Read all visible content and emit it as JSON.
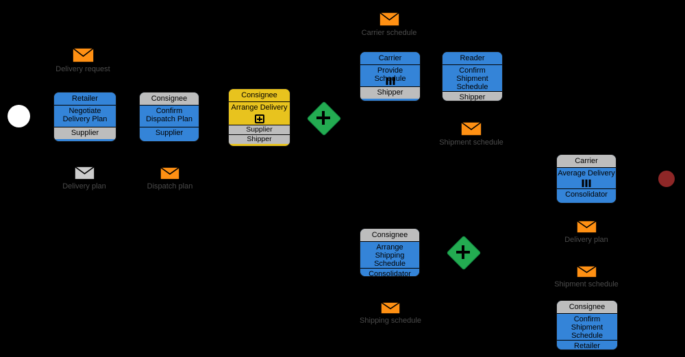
{
  "diagram": {
    "type": "bpmn-choreography",
    "colors": {
      "background": "#000000",
      "task_blue": "#3484d8",
      "task_yellow": "#e8c31e",
      "band_gray": "#bdbdbd",
      "gateway_green": "#23ab51",
      "gateway_border": "#128742",
      "message_orange": "#ff9013",
      "message_gray": "#cccccc",
      "end_event_red": "#8e2727",
      "start_event_white": "#ffffff",
      "label_text": "#4c4c4c"
    },
    "start_event": {
      "name": "start"
    },
    "end_event": {
      "name": "end"
    },
    "gateways": [
      {
        "type": "parallel",
        "icon": "plus-icon"
      },
      {
        "type": "parallel",
        "icon": "plus-icon"
      }
    ],
    "tasks": [
      {
        "top": "Retailer",
        "name": "Negotiate Delivery Plan",
        "bottom": "Supplier",
        "marker": ""
      },
      {
        "top": "Consignee",
        "name": "Confirm Dispatch Plan",
        "bottom": "Supplier",
        "marker": ""
      },
      {
        "top": "Consignee",
        "name": "Arrange Delivery",
        "bands": [
          "Supplier",
          "Shipper"
        ],
        "marker": "subprocess"
      },
      {
        "top": "Carrier",
        "name": "Provide Schedule",
        "bottom": "Shipper",
        "marker": "multi-instance"
      },
      {
        "top": "Reader",
        "name": "Confirm Shipment Schedule",
        "bottom": "Shipper",
        "marker": ""
      },
      {
        "top": "Carrier",
        "name": "Average Delivery",
        "bottom": "Consolidator",
        "marker": "multi-instance"
      },
      {
        "top": "Consignee",
        "name": "Arrange Shipping Schedule",
        "bottom": "Consolidator",
        "marker": ""
      },
      {
        "top": "Consignee",
        "name": "Confirm Shipment Schedule",
        "bottom": "Retailer",
        "marker": ""
      }
    ],
    "messages": [
      {
        "label": "Delivery request",
        "fill": "orange"
      },
      {
        "label": "Delivery plan",
        "fill": "gray"
      },
      {
        "label": "Dispatch plan",
        "fill": "orange"
      },
      {
        "label": "Carrier schedule",
        "fill": "orange"
      },
      {
        "label": "Shipment schedule",
        "fill": "orange"
      },
      {
        "label": "Delivery plan",
        "fill": "orange"
      },
      {
        "label": "Shipment schedule",
        "fill": "orange"
      },
      {
        "label": "Shipping schedule",
        "fill": "orange"
      }
    ]
  }
}
